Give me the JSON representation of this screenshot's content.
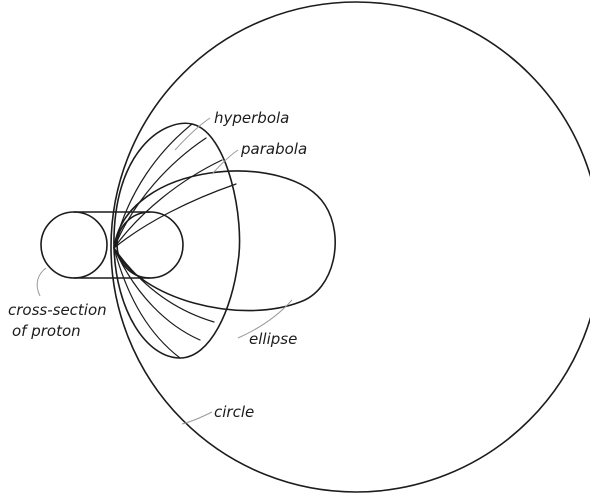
{
  "labels": {
    "hyperbola": "hyperbola",
    "parabola": "parabola",
    "ellipse": "ellipse",
    "circle": "circle",
    "cross_section_line1": "cross-section",
    "cross_section_line2": "of proton"
  }
}
